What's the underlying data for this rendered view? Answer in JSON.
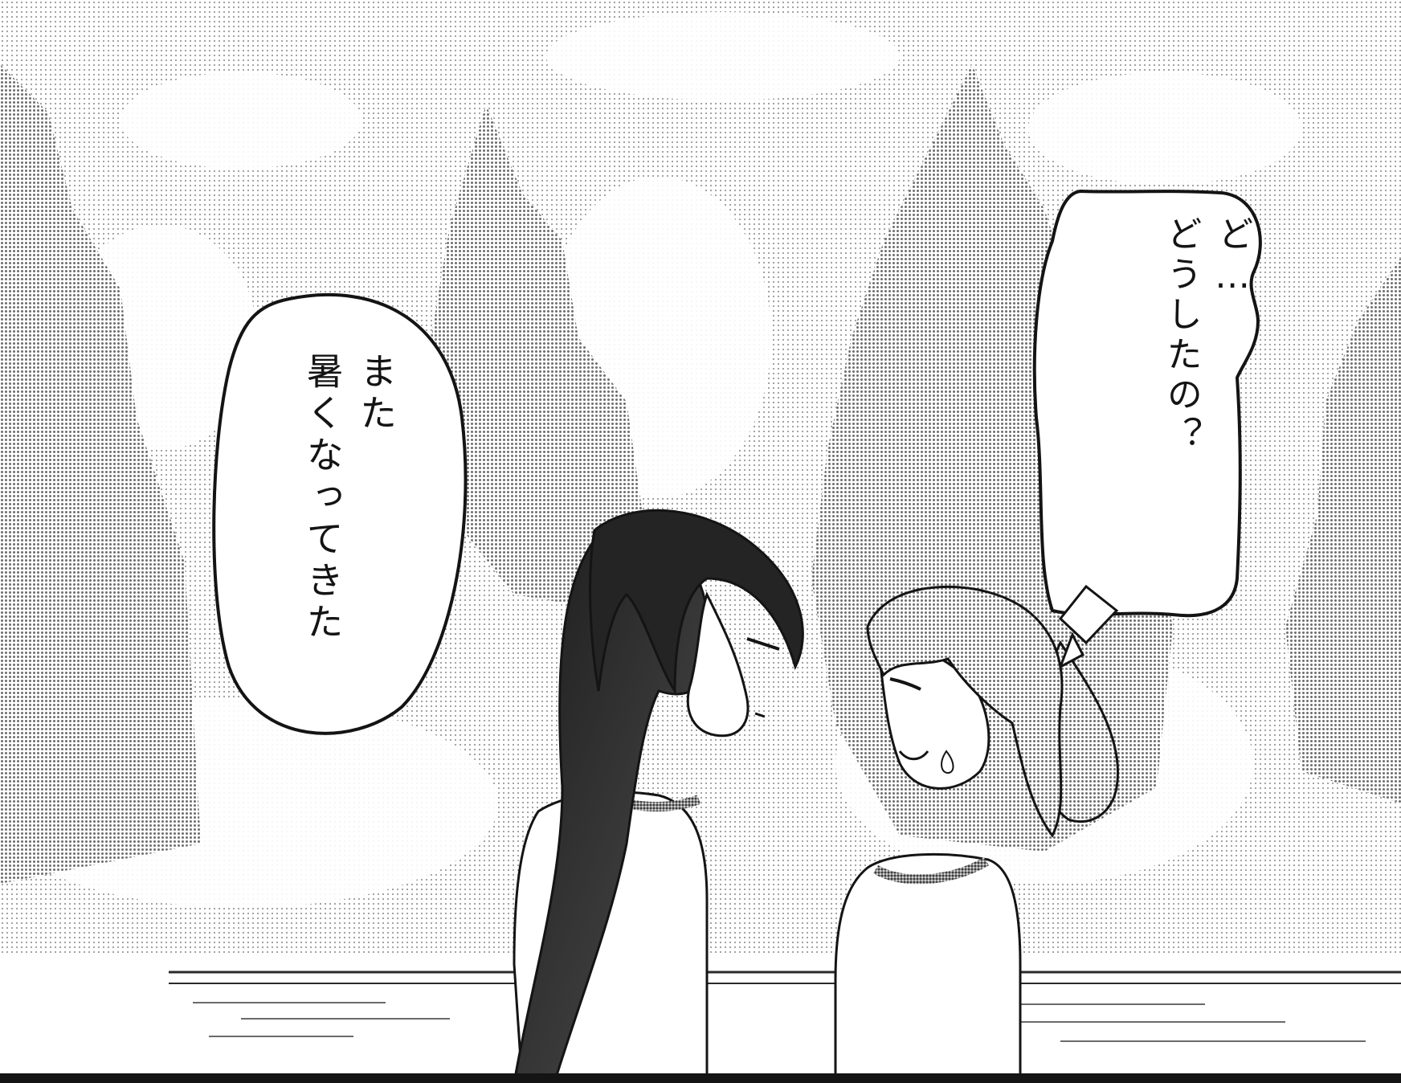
{
  "dialogue": {
    "left_bubble": {
      "lines": [
        "また",
        "暑くなってきた"
      ]
    },
    "right_bubble": {
      "lines": [
        "ど…",
        "どうしたの？"
      ]
    }
  },
  "colors": {
    "ink": "#141414",
    "screentone": "#7a7a7a",
    "paper": "#ffffff"
  }
}
